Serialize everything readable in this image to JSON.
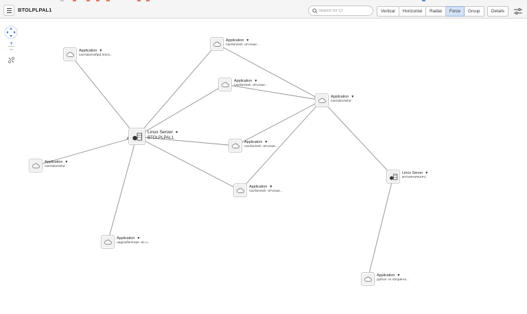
{
  "toolbar": {
    "title": "BTOLPLPAL1",
    "search_placeholder": "Search for CI",
    "layouts": [
      "Vertical",
      "Horizontal",
      "Radial",
      "Force",
      "Group"
    ],
    "active_layout": "Force",
    "details_label": "Details"
  },
  "zoom": {
    "in": "+",
    "out": "−"
  },
  "nodes": [
    {
      "id": "app_ssh_tl",
      "type": "Application",
      "caret": "▼",
      "sub": "/usr/sbin/vsftpd /etc/v..."
    },
    {
      "id": "app_top",
      "type": "Application",
      "caret": "▼",
      "sub": "/usr/bin/ssh -oForwar..."
    },
    {
      "id": "app_mid",
      "type": "Application",
      "caret": "▼",
      "sub": "/usr/bin/ssh -oForwar..."
    },
    {
      "id": "app_sshd_right",
      "type": "Application",
      "caret": "▼",
      "sub": "/usr/sbin/sshd"
    },
    {
      "id": "linux1",
      "type": "Linux Server",
      "caret": "▼",
      "sub": "BTOLPLPAL1"
    },
    {
      "id": "app_center",
      "type": "Application",
      "caret": "▼",
      "sub": "/usr/bin/ssh -oForwar..."
    },
    {
      "id": "app_sshd_left",
      "type": "Application",
      "caret": "▼",
      "sub": "/usr/sbin/sshd"
    },
    {
      "id": "app_bottom_mid",
      "type": "Application",
      "caret": "▼",
      "sub": "/usr/bin/ssh -oForwar..."
    },
    {
      "id": "linux2",
      "type": "Linux Server",
      "caret": "▼",
      "sub": "BTOXPAPEXP1"
    },
    {
      "id": "app_nagios",
      "type": "Application",
      "caret": "▼",
      "sub": "nagios/bin/nrpe -dc n..."
    },
    {
      "id": "app_python",
      "type": "Application",
      "caret": "▼",
      "sub": "python -m SimpleAs..."
    }
  ],
  "colors": {
    "accent": "#3b7bd6",
    "active_layout_bg": "#d3e2f7",
    "edge": "#8c8c8c"
  }
}
